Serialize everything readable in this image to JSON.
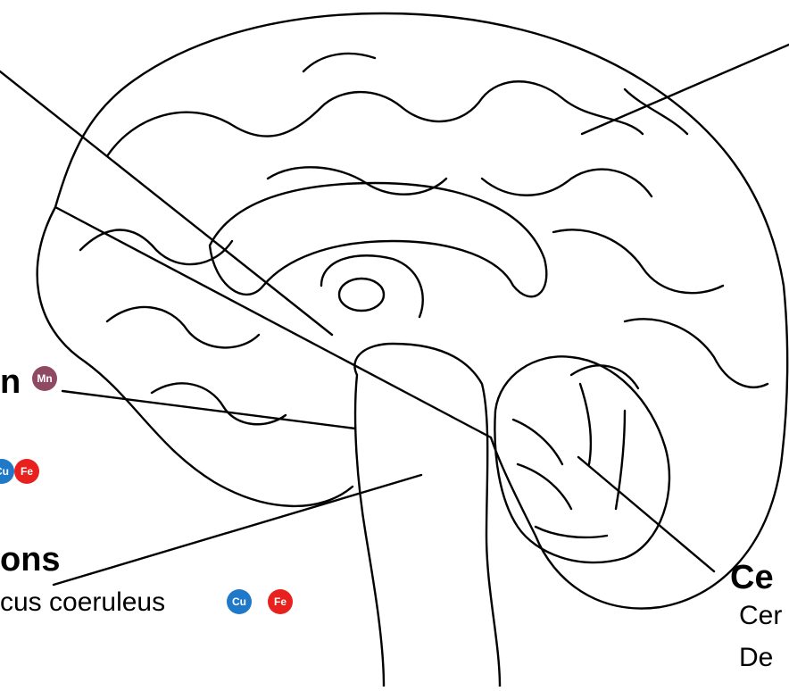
{
  "labels": {
    "midbrain_tail": "n",
    "pons_tail": "ons",
    "locus": "cus coeruleus",
    "cerebellum_tail": "Ce",
    "cerebellum_sub1": "Cer",
    "cerebellum_sub2": "De"
  },
  "badges": {
    "mn": "Mn",
    "cu": "Cu",
    "fe": "Fe"
  },
  "colors": {
    "mn": "#8e4a62",
    "cu": "#1f78c8",
    "fe": "#e8211f",
    "outline": "#000000"
  }
}
